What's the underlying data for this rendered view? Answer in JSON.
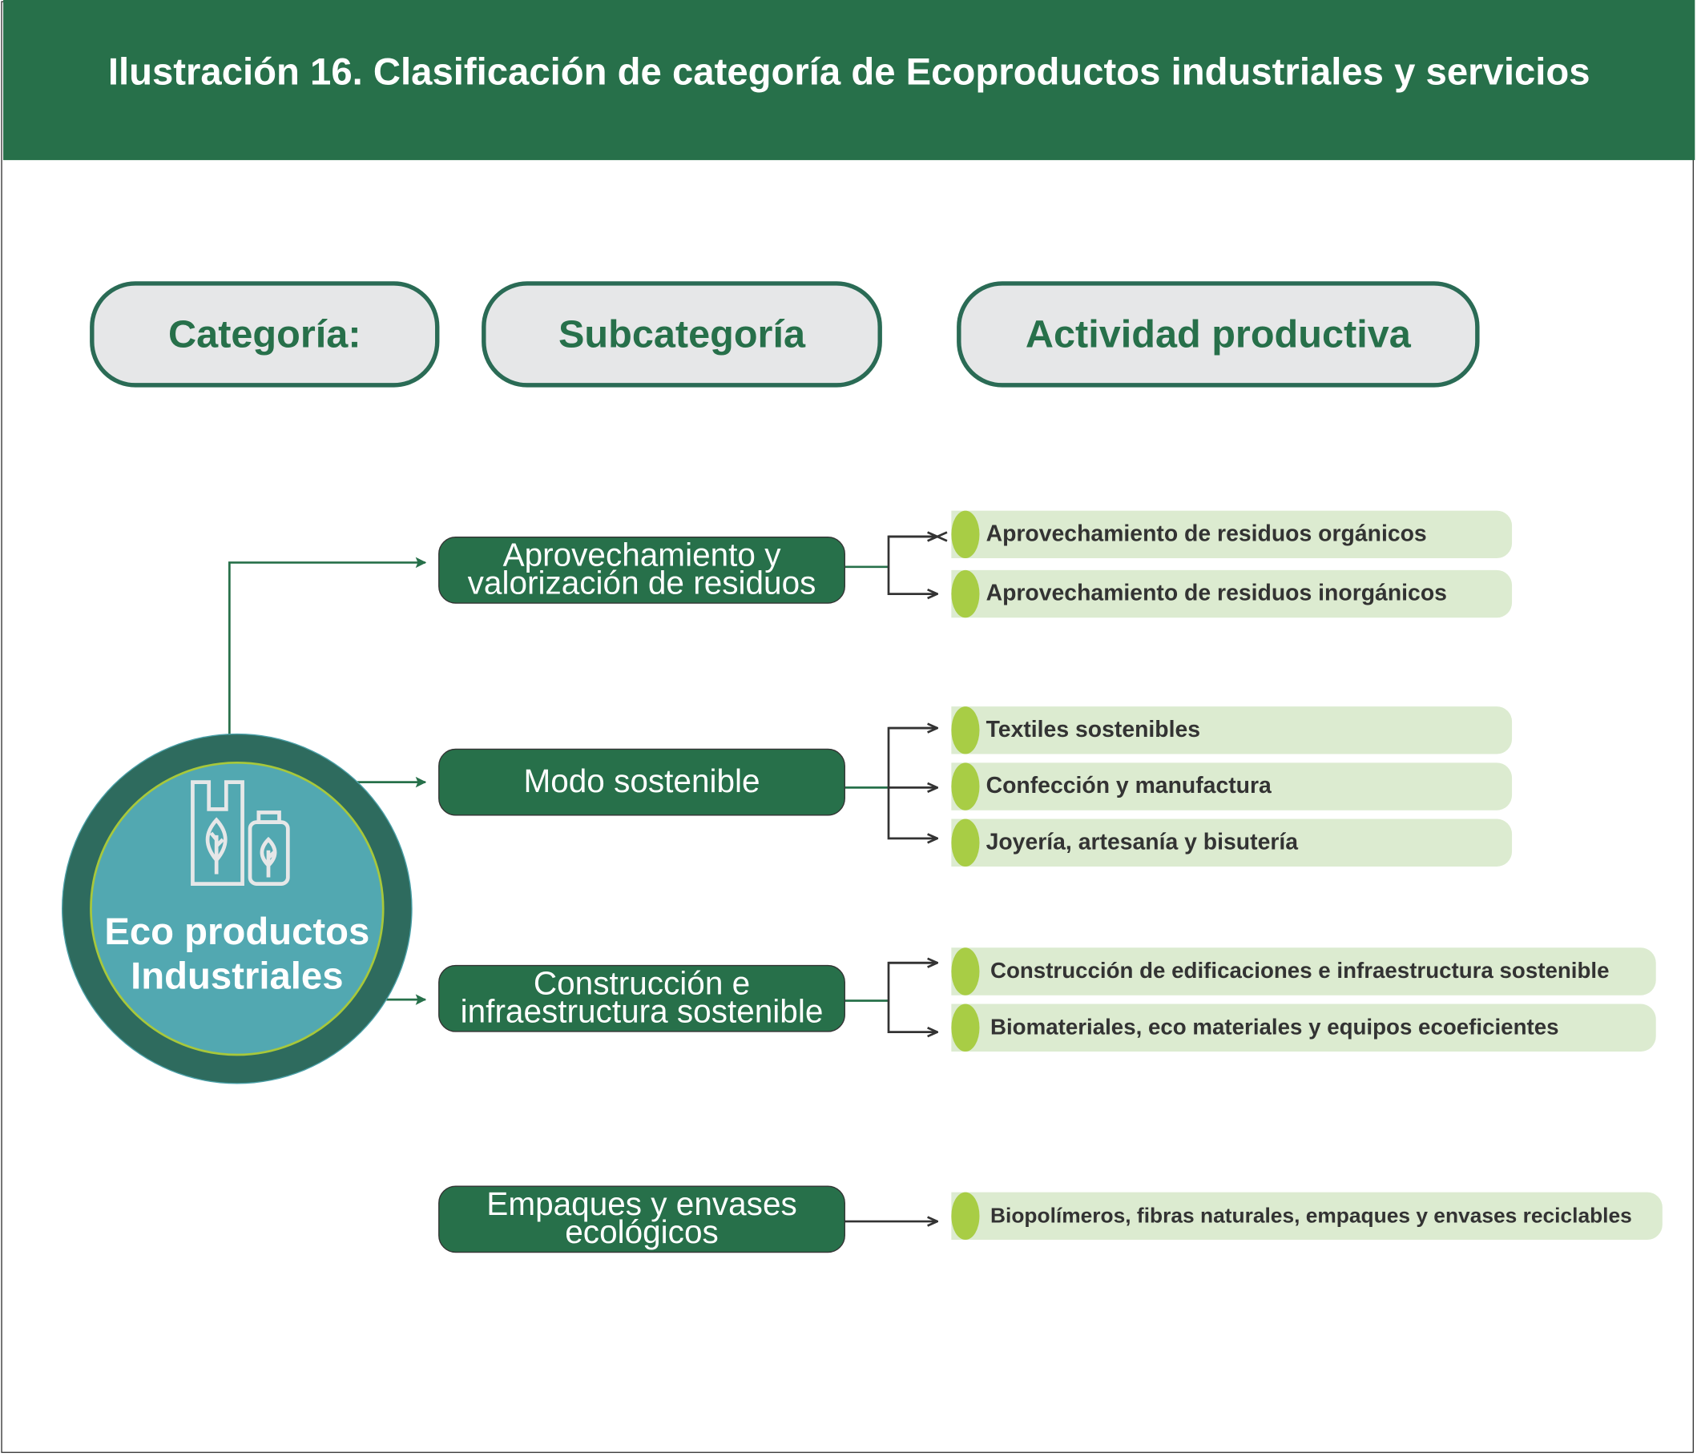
{
  "title": "Ilustración 16. Clasificación de categoría de Ecoproductos industriales y servicios",
  "headers": [
    "Categoría:",
    "Subcategoría",
    "Actividad productiva"
  ],
  "category": {
    "line1": "Eco productos",
    "line2": "Industriales",
    "icon": "bag-and-bottle-leaf-icon"
  },
  "subcategories": [
    {
      "line1": "Aprovechamiento y",
      "line2": "valorización de residuos",
      "activities": [
        "Aprovechamiento de residuos orgánicos",
        "Aprovechamiento de residuos inorgánicos"
      ]
    },
    {
      "line1": "Modo sostenible",
      "line2": "",
      "activities": [
        "Textiles sostenibles",
        "Confección y manufactura",
        "Joyería, artesanía y bisutería"
      ]
    },
    {
      "line1": "Construcción e",
      "line2": "infraestructura sostenible",
      "activities": [
        "Construcción de edificaciones e infraestructura sostenible",
        "Biomateriales, eco materiales y equipos ecoeficientes"
      ]
    },
    {
      "line1": "Empaques y envases",
      "line2": "ecológicos",
      "activities": [
        "Biopolímeros, fibras naturales, empaques y envases reciclables"
      ]
    }
  ],
  "colors": {
    "brand_green": "#27704a",
    "teal": "#52a8b1",
    "lime": "#a8cd45",
    "pill": "#dcebd0"
  }
}
